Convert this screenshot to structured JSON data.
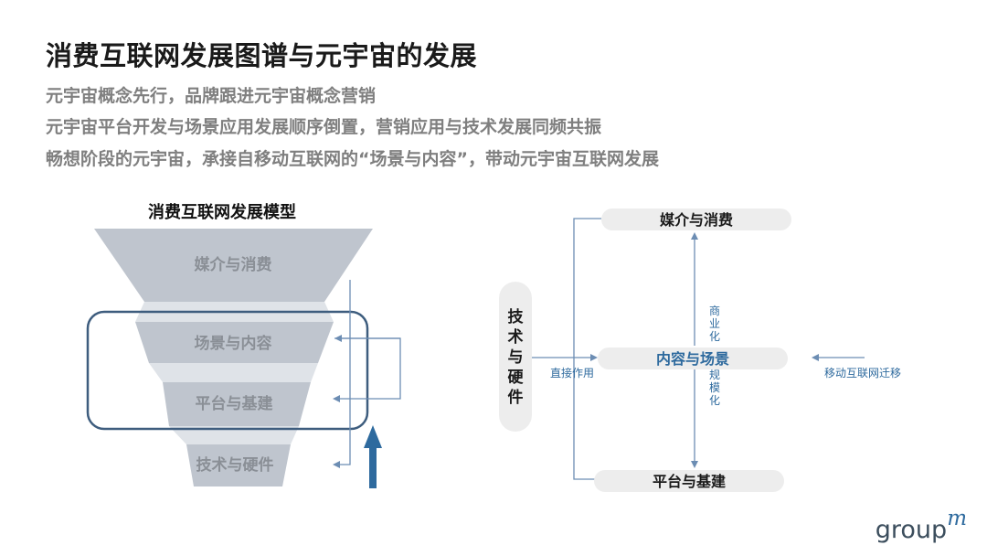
{
  "title": "消费互联网发展图谱与元宇宙的发展",
  "subtitles": [
    "元宇宙概念先行，品牌跟进元宇宙概念营销",
    "元宇宙平台开发与场景应用发展顺序倒置，营销应用与技术发展同频共振",
    "畅想阶段的元宇宙，承接自移动互联网的“场景与内容”，带动元宇宙互联网发展"
  ],
  "funnel": {
    "title": "消费互联网发展模型",
    "layers": [
      "媒介与消费",
      "场景与内容",
      "平台与基建",
      "技术与硬件"
    ]
  },
  "matrix": {
    "top": "媒介与消费",
    "center": "内容与场景",
    "bottom": "平台与基建",
    "left_box": [
      "技",
      "术",
      "与",
      "硬",
      "件"
    ],
    "left_arrow_label": "直接作用",
    "up_label": [
      "商",
      "业",
      "化"
    ],
    "down_label": [
      "规",
      "模",
      "化"
    ],
    "right_arrow_label": "移动互联网迁移"
  },
  "logo": {
    "text": "group",
    "mark": "m"
  },
  "colors": {
    "funnel_fill": "#bfc5ce",
    "funnel_text": "#8a8f96",
    "blue": "#2e6a9e",
    "pill_bg": "#ededed",
    "line": "#6c8db3"
  }
}
